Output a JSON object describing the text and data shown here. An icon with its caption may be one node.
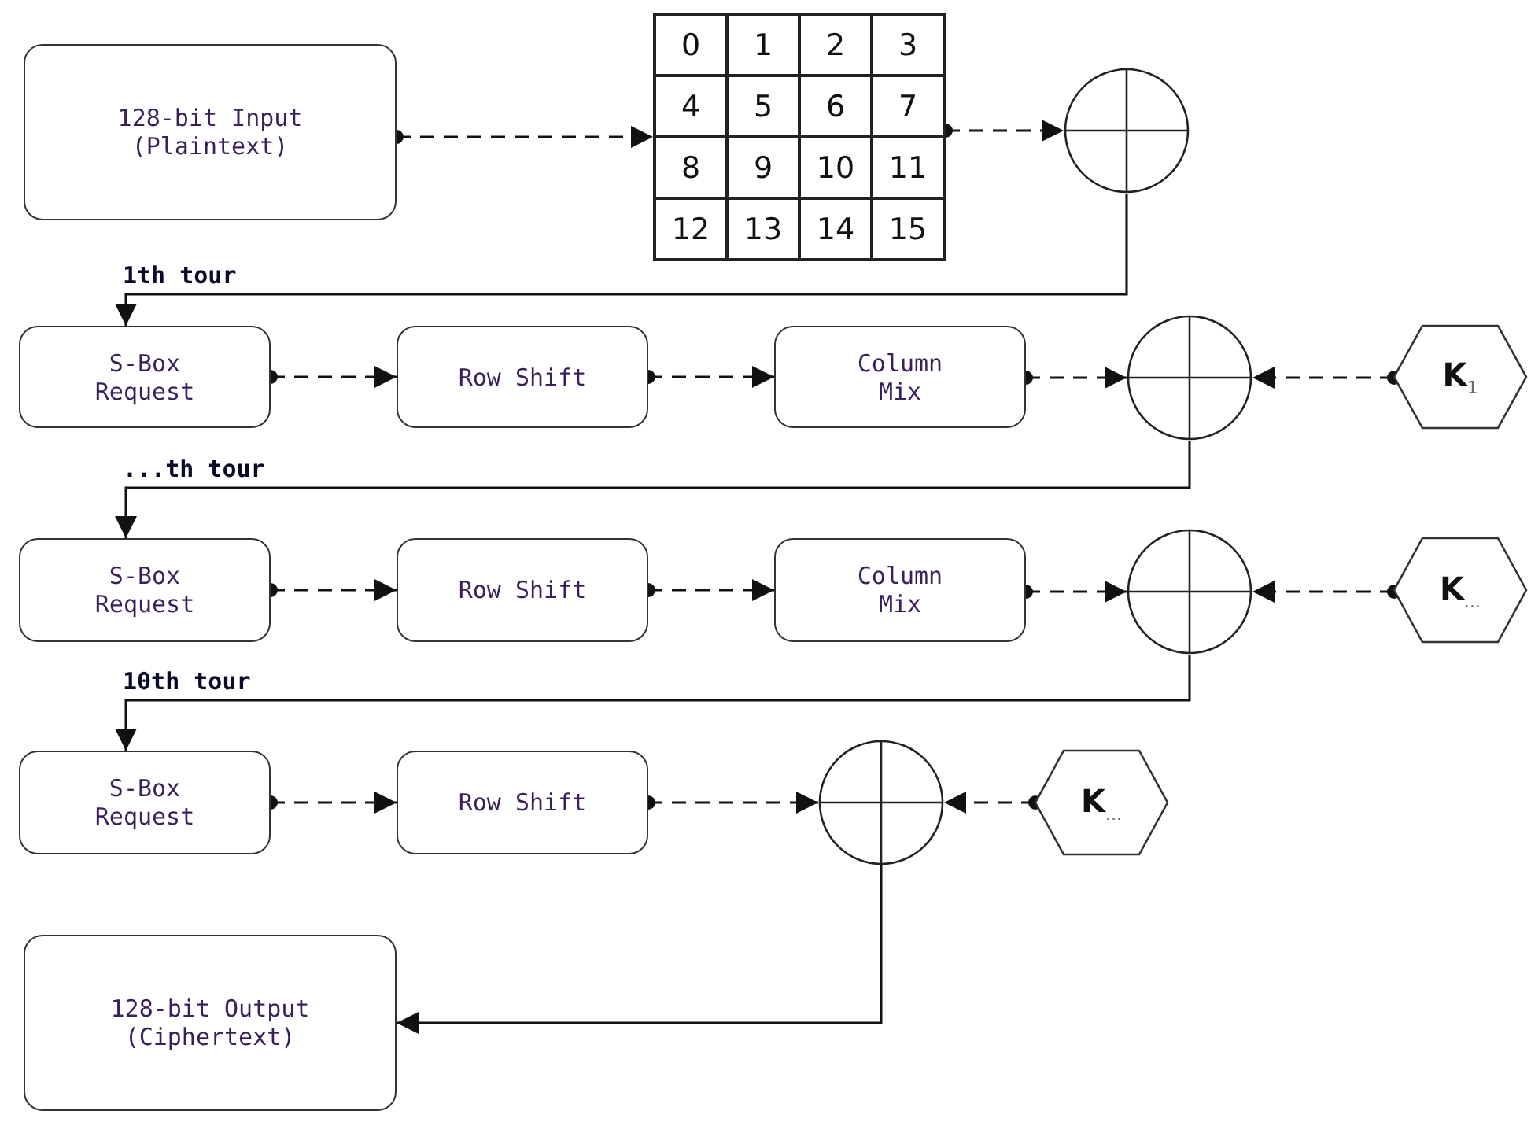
{
  "diagram": {
    "nodes": [
      {
        "text": [
          "128-bit Input (Plaintext)"
        ]
      },
      {
        "text": [
          "0",
          "1",
          "2",
          "3",
          "4",
          "5",
          "6",
          "7",
          "8",
          "9",
          "10",
          "11",
          "12",
          "13",
          "14",
          "15"
        ]
      },
      {
        "text": [],
        "shape": "circle"
      },
      {
        "text": [
          "S-Box Request"
        ]
      },
      {
        "text": [
          "Row Shift"
        ]
      },
      {
        "text": [
          "Column Mix"
        ]
      },
      {
        "text": [],
        "shape": "circle"
      },
      {
        "text": [
          "K$_{1}$"
        ]
      },
      {
        "text": [
          "S-Box Request"
        ]
      },
      {
        "text": [
          "Row Shift"
        ]
      },
      {
        "text": [
          "Column Mix"
        ]
      },
      {
        "text": [],
        "shape": "circle"
      },
      {
        "text": [
          "K$_{...}$"
        ]
      },
      {
        "text": [
          "S-Box Request"
        ]
      },
      {
        "text": [
          "Row Shift"
        ]
      },
      {
        "text": [],
        "shape": "circle"
      },
      {
        "text": [
          "K$_{...}$"
        ]
      },
      {
        "text": [
          "128-bit Output (Ciphertext)"
        ]
      }
    ],
    "edges": [
      {
        "from": 0,
        "to": 1,
        "arrow": "to",
        "style": "dashed"
      },
      {
        "from": 1,
        "to": 2,
        "arrow": "to",
        "style": "dashed"
      },
      {
        "from": 2,
        "to": 3,
        "arrow": "to",
        "label": "1th tour"
      },
      {
        "from": 3,
        "to": 4,
        "arrow": "to",
        "style": "dashed"
      },
      {
        "from": 4,
        "to": 5,
        "arrow": "to",
        "style": "dashed"
      },
      {
        "from": 5,
        "to": 6,
        "arrow": "to",
        "style": "dashed"
      },
      {
        "from": 7,
        "to": 6,
        "arrow": "to",
        "style": "dashed"
      },
      {
        "from": 6,
        "to": 8,
        "arrow": "to",
        "label": "...th tour"
      },
      {
        "from": 8,
        "to": 9,
        "arrow": "to",
        "style": "dashed"
      },
      {
        "from": 9,
        "to": 10,
        "arrow": "to",
        "style": "dashed"
      },
      {
        "from": 10,
        "to": 11,
        "arrow": "to",
        "style": "dashed"
      },
      {
        "from": 12,
        "to": 11,
        "arrow": "to",
        "style": "dashed"
      },
      {
        "from": 11,
        "to": 13,
        "arrow": "to",
        "label": "10th tour"
      },
      {
        "from": 13,
        "to": 14,
        "arrow": "to",
        "style": "dashed"
      },
      {
        "from": 14,
        "to": 15,
        "arrow": "to",
        "style": "dashed"
      },
      {
        "from": 16,
        "to": 15,
        "arrow": "to",
        "style": "dashed"
      },
      {
        "from": 15,
        "to": 17,
        "arrow": "to"
      }
    ]
  }
}
